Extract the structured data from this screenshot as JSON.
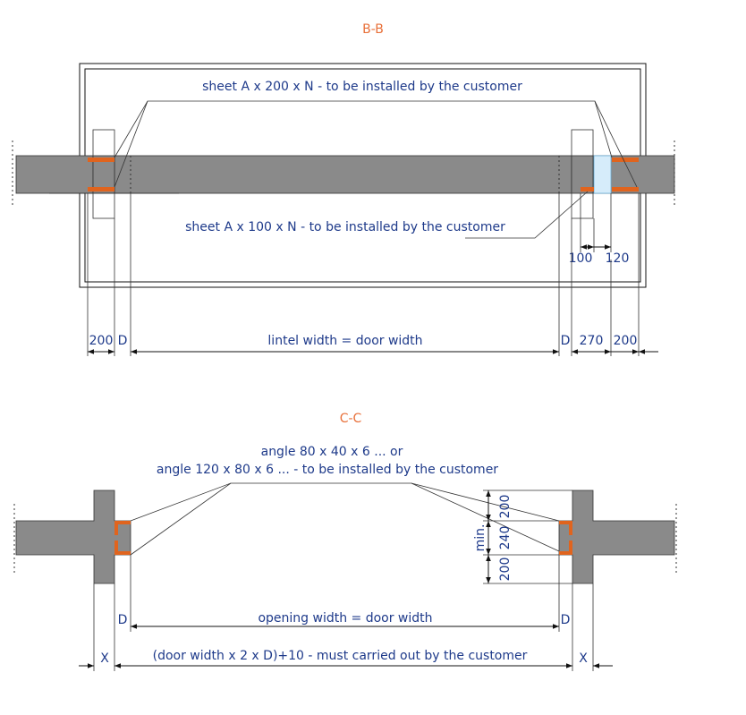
{
  "section_bb": {
    "title": "B-B",
    "note_top": "sheet A x 200 x N - to be installed by the customer",
    "note_bottom": "sheet A x 100 x N - to be installed by the customer",
    "dim_100": "100",
    "dim_120": "120",
    "dim_200_left": "200",
    "dim_d_left": "D",
    "lintel_label": "lintel width = door width",
    "dim_d_right": "D",
    "dim_270": "270",
    "dim_200_right": "200"
  },
  "section_cc": {
    "title": "C-C",
    "note_line1": "angle 80 x 40 x 6 ... or",
    "note_line2": "angle 120 x 80 x 6 ... - to be installed by the customer",
    "dim_200_top": "200",
    "dim_240": "240",
    "dim_min": "min.",
    "dim_200_bottom": "200",
    "dim_d_left": "D",
    "opening_label": "opening width = door width",
    "dim_d_right": "D",
    "dim_x_left": "X",
    "formula_label": "(door width x 2 x D)+10 - must carried out by the customer",
    "dim_x_right": "X"
  },
  "colors": {
    "section_title": "#e8703a",
    "annotation": "#1e3a8a",
    "wall": "#8a8a8a",
    "steel": "#e0641e"
  }
}
